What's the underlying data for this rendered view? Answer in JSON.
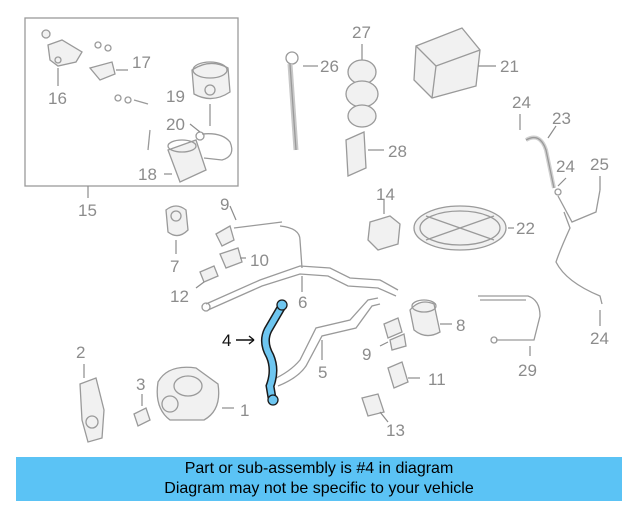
{
  "colors": {
    "highlight": "#6ec6f0",
    "caption_bg": "#5bc3f5",
    "line": "#9a9a9a"
  },
  "callouts": {
    "c1": "1",
    "c2": "2",
    "c3": "3",
    "c4": "4",
    "c5": "5",
    "c6": "6",
    "c7": "7",
    "c8": "8",
    "c9a": "9",
    "c9b": "9",
    "c10": "10",
    "c11": "11",
    "c12": "12",
    "c13": "13",
    "c14": "14",
    "c15": "15",
    "c16": "16",
    "c17": "17",
    "c18": "18",
    "c19": "19",
    "c20": "20",
    "c21": "21",
    "c22": "22",
    "c23": "23",
    "c24a": "24",
    "c24b": "24",
    "c24c": "24",
    "c25": "25",
    "c26": "26",
    "c27": "27",
    "c28": "28",
    "c29": "29"
  },
  "caption": {
    "line1": "Part or sub-assembly is #4 in diagram",
    "line2": "Diagram may not be specific to your vehicle"
  }
}
